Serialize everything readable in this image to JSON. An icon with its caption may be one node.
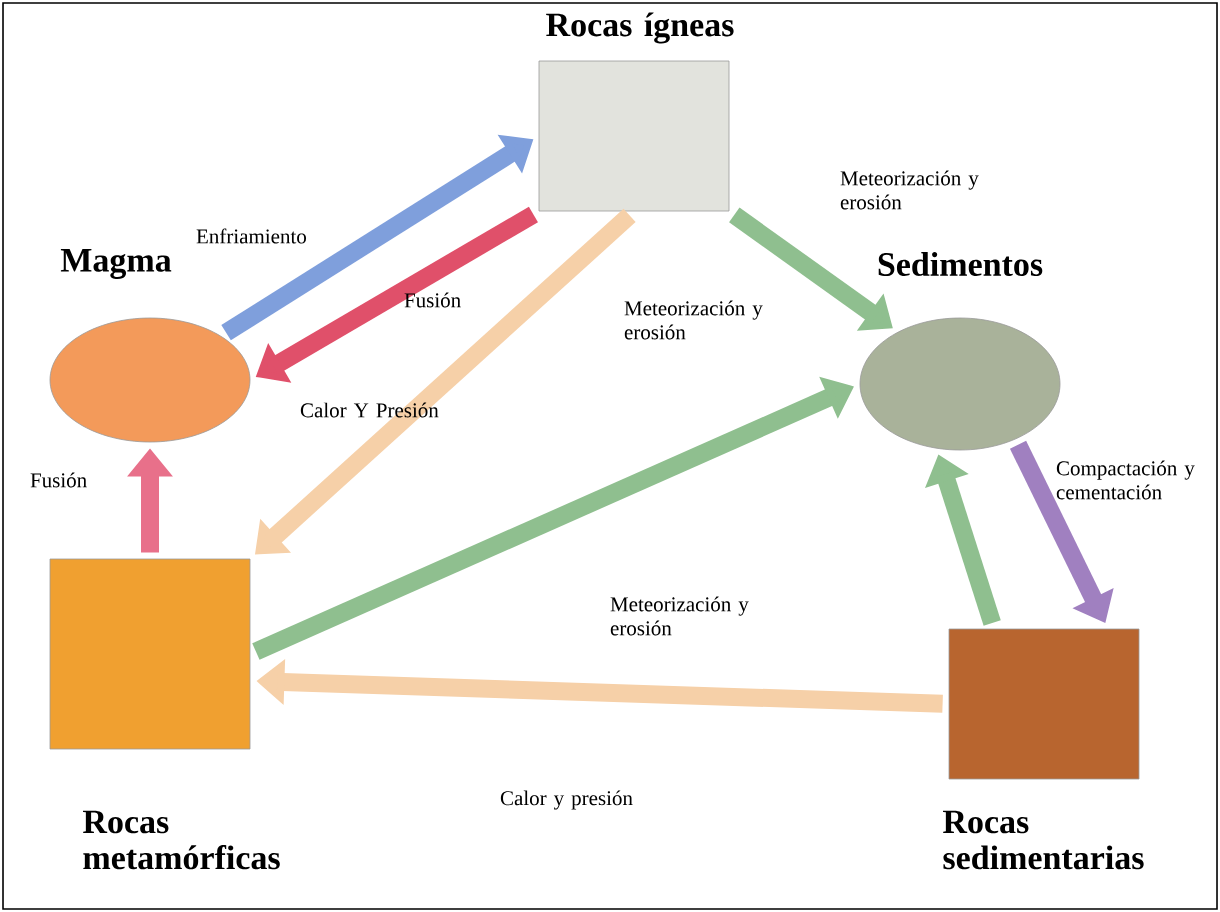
{
  "diagram": {
    "nodes": [
      {
        "text": [
          "Magma"
        ]
      },
      {
        "text": [
          "Rocas ígneas"
        ]
      },
      {
        "text": [
          "Sedimentos"
        ]
      },
      {
        "text": [
          "Rocas sedimentarias"
        ]
      },
      {
        "text": [
          "Rocas metamórficas"
        ]
      }
    ],
    "edges": [
      {
        "from": 0,
        "to": 1,
        "arrow": "to",
        "label": "Enfriamiento",
        "color": "#7f9fdc"
      },
      {
        "from": 1,
        "to": 0,
        "arrow": "to",
        "label": "Fusión",
        "color": "#e0506a"
      },
      {
        "from": 1,
        "to": 2,
        "arrow": "to",
        "label": "Meteorización y erosión",
        "color": "#8fbf8f"
      },
      {
        "from": 1,
        "to": 4,
        "arrow": "to",
        "label": "Calor Y Presión",
        "color": "#f6d0a8"
      },
      {
        "from": 4,
        "to": 0,
        "arrow": "to",
        "label": "Fusión",
        "color": "#e8708a"
      },
      {
        "from": 4,
        "to": 2,
        "arrow": "to",
        "label": "Meteorización y erosión",
        "color": "#8fbf8f"
      },
      {
        "from": 2,
        "to": 3,
        "arrow": "to",
        "label": "Compactación y cementación",
        "color": "#a080c0"
      },
      {
        "from": 3,
        "to": 2,
        "arrow": "to",
        "color": "#8fbf8f"
      },
      {
        "from": 3,
        "to": 4,
        "arrow": "to",
        "label": "Calor y presión",
        "color": "#f6d0a8"
      }
    ],
    "labels": [
      "Meteorización y erosión"
    ]
  }
}
